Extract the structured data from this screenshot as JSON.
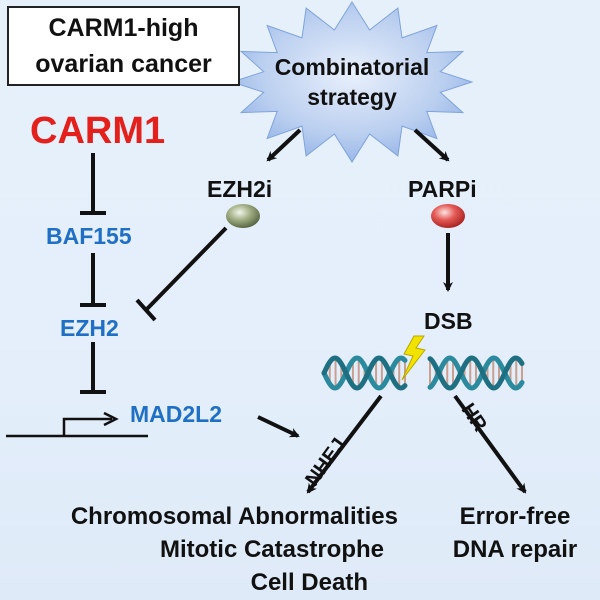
{
  "header_box": {
    "line1": "CARM1-high",
    "line2": "ovarian cancer"
  },
  "strategy": {
    "line1": "Combinatorial",
    "line2": "strategy"
  },
  "left_pathway": {
    "carm1": "CARM1",
    "baf155": "BAF155",
    "ezh2": "EZH2",
    "mad2l2": "MAD2L2"
  },
  "drugs": {
    "ezh2i": "EZH2i",
    "parpi": "PARPi"
  },
  "dsb": "DSB",
  "repair_routes": {
    "nhej": "NHEJ",
    "hr": "HR"
  },
  "outcomes": {
    "nhej": [
      "Chromosomal Abnormalities",
      "Mitotic Catastrophe",
      "Cell Death"
    ],
    "hr": [
      "Error-free",
      "DNA repair"
    ]
  },
  "colors": {
    "carm1_red": "#e3201b",
    "gene_blue": "#1f6fc5",
    "starburst": "#a9c3ee",
    "ezh2i_ball": "#8a9a6c",
    "parpi_ball": "#e0514e",
    "dna_teal": "#2b8a9e",
    "lightning": "#f2e200"
  }
}
